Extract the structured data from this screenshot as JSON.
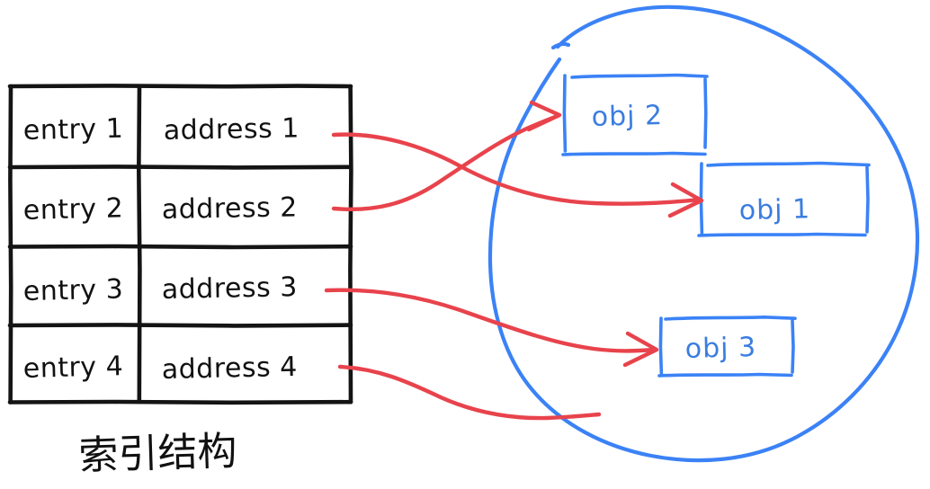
{
  "diagram": {
    "title": "索引结构",
    "colors": {
      "ink_black": "#141414",
      "ink_blue": "#3B82F6",
      "ink_red": "#E8434C",
      "background": "#FFFFFF"
    }
  },
  "table": {
    "name": "index-table",
    "columns": 2,
    "rows": [
      {
        "entry": "entry 1",
        "address": "address 1"
      },
      {
        "entry": "entry 2",
        "address": "address 2"
      },
      {
        "entry": "entry 3",
        "address": "address 3"
      },
      {
        "entry": "entry 4",
        "address": "address 4"
      }
    ]
  },
  "caption": {
    "text": "索引结构"
  },
  "heap": {
    "name": "object-region",
    "objects": [
      {
        "label": "obj 2"
      },
      {
        "label": "obj 1"
      },
      {
        "label": "obj 3"
      }
    ]
  },
  "pointers": [
    {
      "from": "address 1",
      "to": "obj 1",
      "has_arrowhead": true
    },
    {
      "from": "address 2",
      "to": "obj 2",
      "has_arrowhead": true
    },
    {
      "from": "address 3",
      "to": "obj 3",
      "has_arrowhead": true
    },
    {
      "from": "address 4",
      "to": "",
      "has_arrowhead": false
    }
  ]
}
